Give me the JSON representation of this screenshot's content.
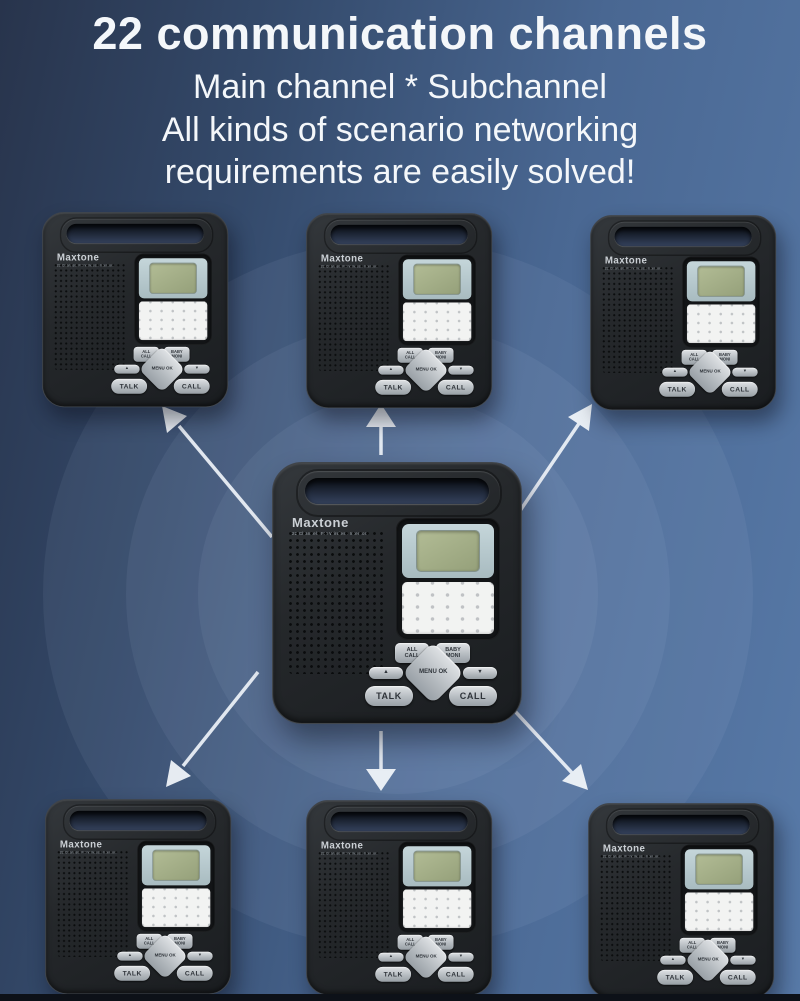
{
  "header": {
    "title": "22 communication channels",
    "subtitle_lines": [
      "Main channel * Subchannel",
      "All kinds of scenario networking",
      "requirements are easily solved!"
    ]
  },
  "device": {
    "brand": "Maxtone",
    "tagline": "22 Channels FM Wireless Intercom",
    "keys": {
      "all_call": "ALL CALL",
      "baby_monitor": "BABY MONI",
      "menu_ok": "MENU OK",
      "up": "▲",
      "down": "▼",
      "talk": "TALK",
      "call": "CALL"
    }
  },
  "diagram": {
    "center_device": "hub-intercom",
    "satellite_count": 6,
    "arrow_directions": [
      "up-left",
      "up",
      "up-right",
      "down-left",
      "down",
      "down-right"
    ]
  },
  "colors": {
    "background_left": "#28344c",
    "background_right": "#587aa8",
    "device_body": "#212427",
    "display_bezel": "#b5c7cb",
    "lcd_screen": "#a6b089",
    "keypad_panel": "#f2f3f2",
    "key_gray": "#c3c8cc",
    "arrow_white": "#eef3f8",
    "title_text": "#f4f7fa"
  }
}
